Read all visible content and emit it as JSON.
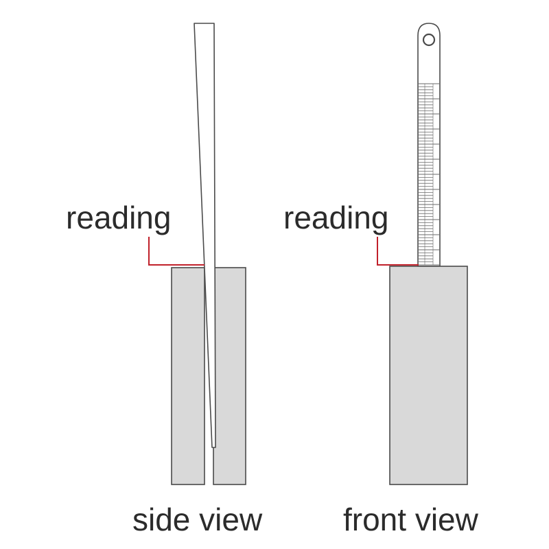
{
  "labels": {
    "reading_side": "reading",
    "reading_front": "reading",
    "side_view": "side view",
    "front_view": "front view"
  },
  "colors": {
    "block_fill": "#d9d9d9",
    "outline": "#4a4a4a",
    "leader_line": "#c0202a",
    "text": "#2b2b2b"
  }
}
